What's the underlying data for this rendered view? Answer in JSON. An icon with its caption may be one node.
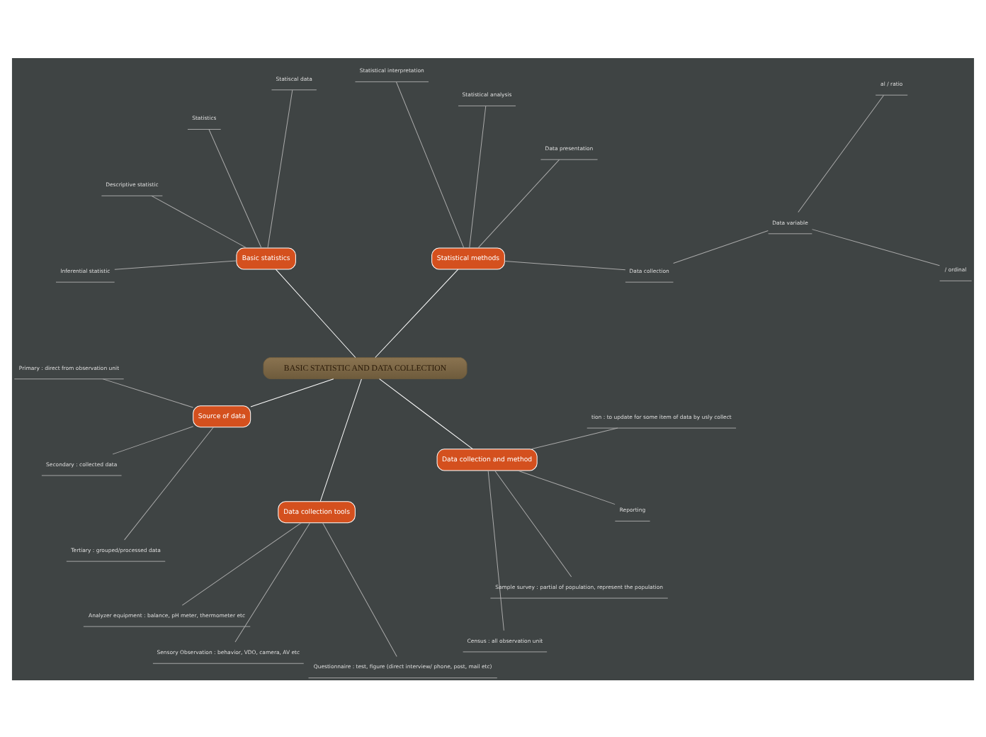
{
  "diagram": {
    "nodes": [
      {
        "text": [
          "BASIC STATISTIC AND DATA COLLECTION"
        ]
      },
      {
        "text": [
          "Statistical methods"
        ]
      },
      {
        "text": [
          "Data collection"
        ]
      },
      {
        "text": [
          "Data variable"
        ]
      },
      {
        "text": [
          "/ ordinal"
        ]
      },
      {
        "text": [
          "al / ratio"
        ]
      },
      {
        "text": [
          "Data presentation"
        ]
      },
      {
        "text": [
          "Statistical analysis"
        ]
      },
      {
        "text": [
          "Statistical interpretation"
        ]
      },
      {
        "text": [
          "Basic statistics"
        ]
      },
      {
        "text": [
          "Statiscal data"
        ]
      },
      {
        "text": [
          "Statistics"
        ]
      },
      {
        "text": [
          "Descriptive statistic"
        ]
      },
      {
        "text": [
          "Inferential statistic"
        ]
      },
      {
        "text": [
          "Source of data"
        ]
      },
      {
        "text": [
          "Primary : direct from observation unit"
        ]
      },
      {
        "text": [
          "Secondary : collected data"
        ]
      },
      {
        "text": [
          "Tertiary : grouped/processed data"
        ]
      },
      {
        "text": [
          "Data collection tools"
        ]
      },
      {
        "text": [
          "Analyzer equipment : balance, pH meter, thermometer etc"
        ]
      },
      {
        "text": [
          "Sensory Observation : behavior, VDO, camera, AV etc"
        ]
      },
      {
        "text": [
          "Questionnaire : test, figure (direct interview/ phone, post, mail etc)"
        ]
      },
      {
        "text": [
          "Data collection and method"
        ]
      },
      {
        "text": [
          "Census : all observation unit"
        ]
      },
      {
        "text": [
          "Sample survey : partial of population, represent the population"
        ]
      },
      {
        "text": [
          "Reporting"
        ]
      },
      {
        "text": [
          "tion : to update for some item of data by usly collect"
        ]
      }
    ],
    "edges": [
      {
        "from": 0,
        "to": 1,
        "arrow": "none",
        "color": "#ffffff"
      },
      {
        "from": 1,
        "to": 2,
        "arrow": "none"
      },
      {
        "from": 2,
        "to": 3,
        "arrow": "none"
      },
      {
        "from": 3,
        "to": 4,
        "arrow": "none"
      },
      {
        "from": 3,
        "to": 5,
        "arrow": "none"
      },
      {
        "from": 1,
        "to": 6,
        "arrow": "none"
      },
      {
        "from": 1,
        "to": 7,
        "arrow": "none"
      },
      {
        "from": 1,
        "to": 8,
        "arrow": "none"
      },
      {
        "from": 0,
        "to": 9,
        "arrow": "none",
        "color": "#ffffff"
      },
      {
        "from": 9,
        "to": 10,
        "arrow": "none"
      },
      {
        "from": 9,
        "to": 11,
        "arrow": "none"
      },
      {
        "from": 9,
        "to": 12,
        "arrow": "none"
      },
      {
        "from": 9,
        "to": 13,
        "arrow": "none"
      },
      {
        "from": 0,
        "to": 14,
        "arrow": "none",
        "color": "#ffffff"
      },
      {
        "from": 14,
        "to": 15,
        "arrow": "none"
      },
      {
        "from": 14,
        "to": 16,
        "arrow": "none"
      },
      {
        "from": 14,
        "to": 17,
        "arrow": "none"
      },
      {
        "from": 0,
        "to": 18,
        "arrow": "none",
        "color": "#ffffff"
      },
      {
        "from": 18,
        "to": 19,
        "arrow": "none"
      },
      {
        "from": 18,
        "to": 20,
        "arrow": "none"
      },
      {
        "from": 18,
        "to": 21,
        "arrow": "none"
      },
      {
        "from": 0,
        "to": 22,
        "arrow": "none",
        "color": "#ffffff"
      },
      {
        "from": 22,
        "to": 23,
        "arrow": "none"
      },
      {
        "from": 22,
        "to": 24,
        "arrow": "none"
      },
      {
        "from": 22,
        "to": 25,
        "arrow": "none"
      },
      {
        "from": 22,
        "to": 26,
        "arrow": "none"
      }
    ]
  }
}
